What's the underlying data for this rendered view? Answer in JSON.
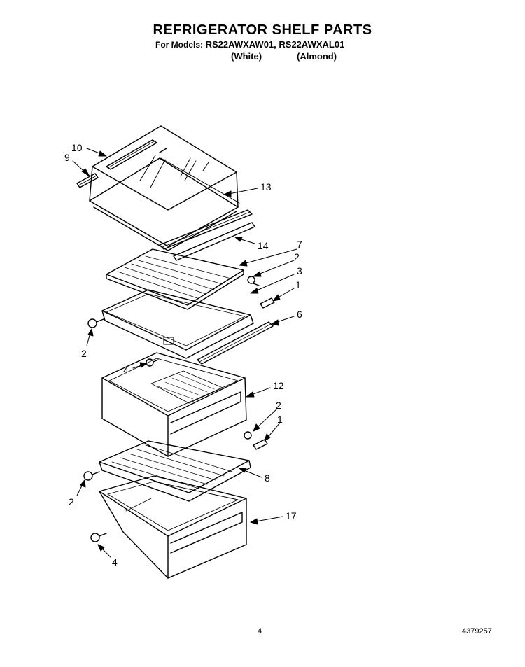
{
  "header": {
    "title": "REFRIGERATOR SHELF PARTS",
    "models_label": "For Models:",
    "models": "RS22AWXAW01, RS22AWXAL01",
    "variant_1": "(White)",
    "variant_2": "(Almond)"
  },
  "callouts": {
    "c10": "10",
    "c9": "9",
    "c13": "13",
    "c14": "14",
    "c7": "7",
    "c2a": "2",
    "c3": "3",
    "c1a": "1",
    "c6": "6",
    "c2b": "2",
    "c4a": "4",
    "c12": "12",
    "c2c": "2",
    "c1b": "1",
    "c8": "8",
    "c2d": "2",
    "c17": "17",
    "c4b": "4"
  },
  "footer": {
    "page_number": "4",
    "doc_number": "4379257"
  }
}
